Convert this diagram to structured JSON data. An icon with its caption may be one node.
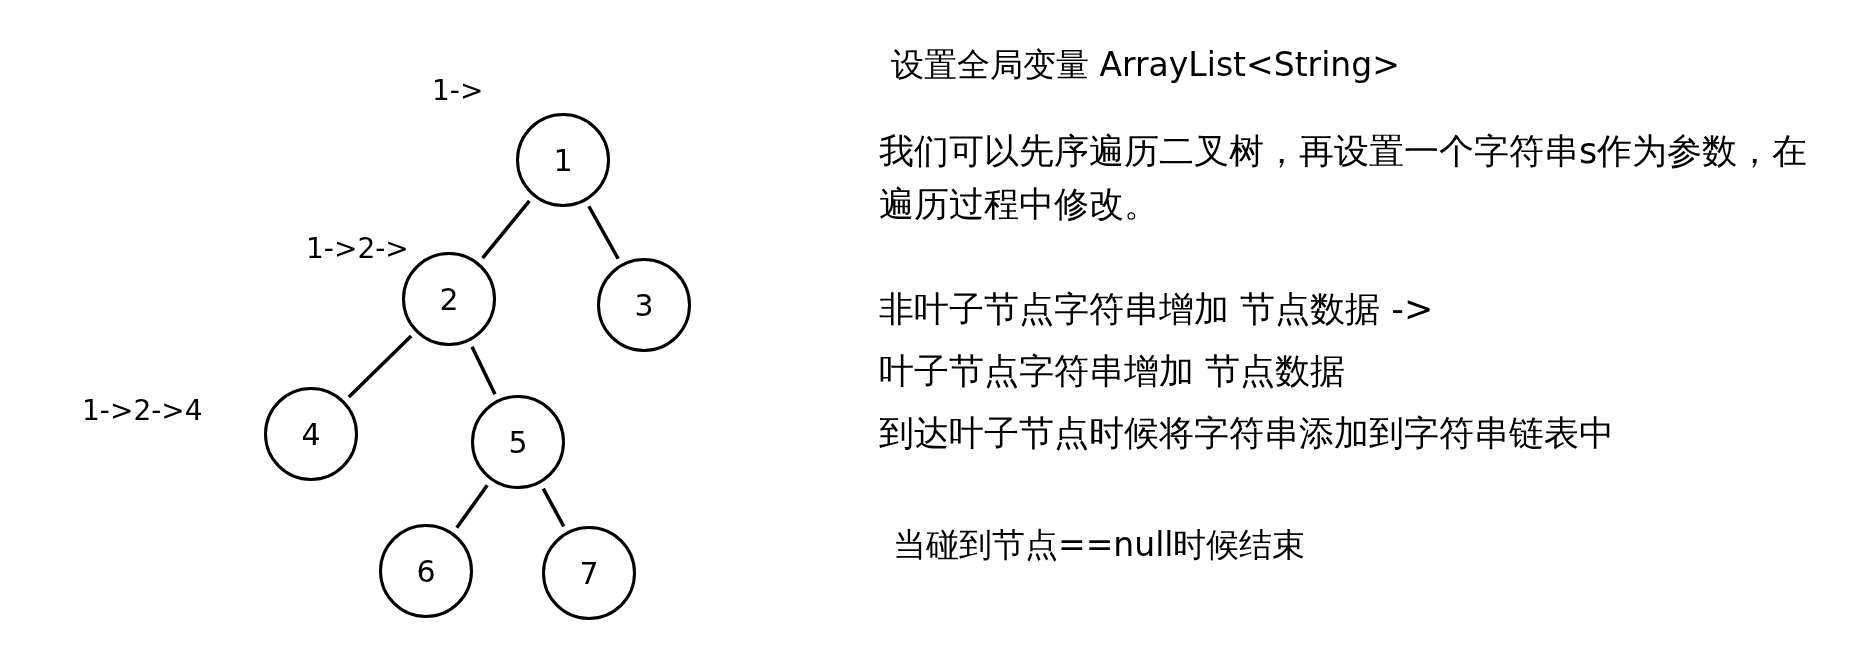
{
  "diagram": {
    "nodes": [
      {
        "text": [
          "1"
        ]
      },
      {
        "text": [
          "2"
        ]
      },
      {
        "text": [
          "3"
        ]
      },
      {
        "text": [
          "4"
        ]
      },
      {
        "text": [
          "5"
        ]
      },
      {
        "text": [
          "6"
        ]
      },
      {
        "text": [
          "7"
        ]
      }
    ],
    "edges": [
      {
        "from": 0,
        "to": 1,
        "arrow": "none"
      },
      {
        "from": 0,
        "to": 2,
        "arrow": "none"
      },
      {
        "from": 1,
        "to": 3,
        "arrow": "none"
      },
      {
        "from": 1,
        "to": 4,
        "arrow": "none"
      },
      {
        "from": 4,
        "to": 5,
        "arrow": "none"
      },
      {
        "from": 4,
        "to": 6,
        "arrow": "none"
      }
    ],
    "labels": [
      "1->",
      "1->2->",
      "1->2->4",
      "设置全局变量 ArrayList<String>",
      "我们可以先序遍历二叉树，再设置一个字符串s作为参数，在遍历过程中修改。",
      "非叶子节点字符串增加 节点数据 ->",
      "叶子节点字符串增加 节点数据",
      "到达叶子节点时候将字符串添加到字符串链表中",
      "当碰到节点==null时候结束"
    ]
  }
}
